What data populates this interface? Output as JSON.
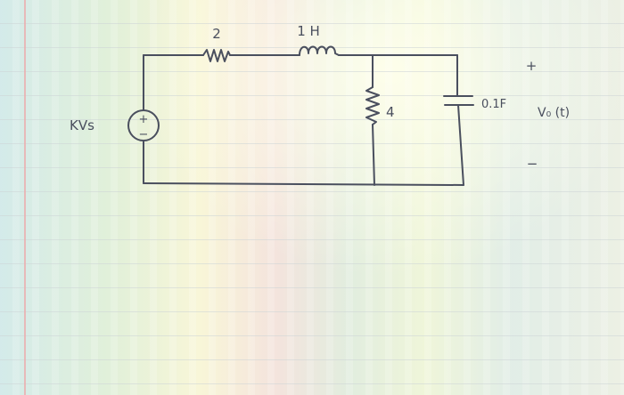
{
  "diagram": {
    "components": {
      "series_resistor": {
        "label": "2"
      },
      "inductor": {
        "label": "1 H"
      },
      "shunt_resistor": {
        "label": "4"
      },
      "capacitor": {
        "label": "0.1F"
      },
      "source": {
        "label": "KVs",
        "sign_plus": "+",
        "sign_minus": "−"
      }
    },
    "output": {
      "label": "V₀ (t)",
      "plus": "+",
      "minus": "−"
    },
    "colors": {
      "ink": "#4a4f5e",
      "paper": "#eef0ea",
      "margin_line": "#eca9a9"
    }
  }
}
